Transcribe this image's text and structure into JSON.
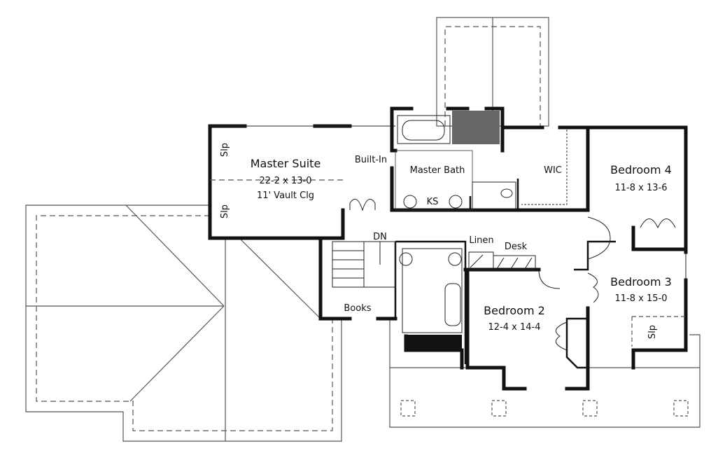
{
  "rooms": {
    "master_suite": {
      "name": "Master Suite",
      "size": "22-2 x 13-0",
      "note": "11' Vault Clg"
    },
    "built_in": "Built-In",
    "master_bath": "Master Bath",
    "ks": "KS",
    "wic": "WIC",
    "bedroom4": {
      "name": "Bedroom 4",
      "size": "11-8 x 13-6"
    },
    "bedroom3": {
      "name": "Bedroom 3",
      "size": "11-8 x 15-0"
    },
    "bedroom2": {
      "name": "Bedroom 2",
      "size": "12-4 x 14-4"
    },
    "linen": "Linen",
    "desk": "Desk",
    "stairs": "DN",
    "books": "Books",
    "slope": "Slp"
  }
}
